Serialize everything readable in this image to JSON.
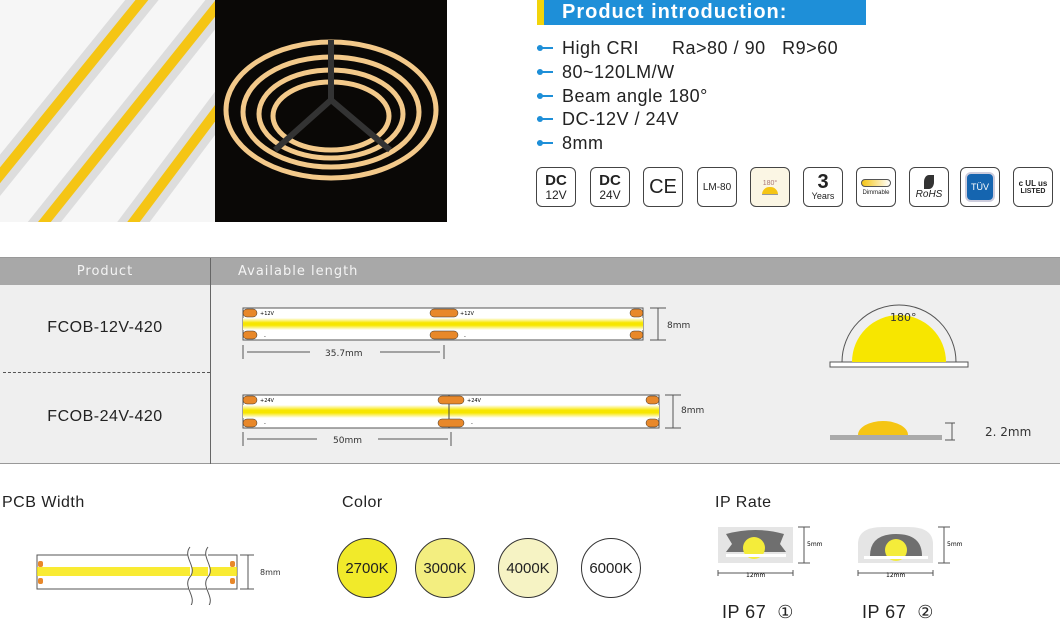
{
  "header": {
    "title": "Product introduction:"
  },
  "features": [
    "High CRI      Ra>80 / 90   R9>60",
    "80~120LM/W",
    "Beam angle 180°",
    "DC-12V / 24V",
    "8mm"
  ],
  "cert_icons": [
    {
      "name": "dc-12v-icon",
      "line1": "DC",
      "line2": "12V"
    },
    {
      "name": "dc-24v-icon",
      "line1": "DC",
      "line2": "24V"
    },
    {
      "name": "ce-icon",
      "line1": "CE"
    },
    {
      "name": "lm80-icon",
      "line1": "LM-80"
    },
    {
      "name": "beam-180-icon",
      "line1": "180°"
    },
    {
      "name": "warranty-icon",
      "line1": "3",
      "line2": "Years"
    },
    {
      "name": "dimmable-icon",
      "line1": "Dimmable"
    },
    {
      "name": "rohs-icon",
      "line1": "RoHS"
    },
    {
      "name": "tuv-icon",
      "line1": "TÜV"
    },
    {
      "name": "ul-listed-icon",
      "line1": "c UL us",
      "line2": "LISTED"
    }
  ],
  "table": {
    "col_product": "Product",
    "col_length": "Available length",
    "rows": [
      {
        "product": "FCOB-12V-420",
        "label": "+12V",
        "minus": "-",
        "length": "35.7mm",
        "width": "8mm"
      },
      {
        "product": "FCOB-24V-420",
        "label": "+24V",
        "minus": "-",
        "length": "50mm",
        "width": "8mm"
      }
    ],
    "beam": "180°",
    "height": "2. 2mm"
  },
  "pcb": {
    "title": "PCB Width",
    "width": "8mm"
  },
  "color": {
    "title": "Color",
    "options": [
      {
        "label": "2700K",
        "fill": "#f1ea2a"
      },
      {
        "label": "3000K",
        "fill": "#f3ee80"
      },
      {
        "label": "4000K",
        "fill": "#f6f3c4"
      },
      {
        "label": "6000K",
        "fill": "#ffffff"
      }
    ]
  },
  "ip": {
    "title": "IP Rate",
    "height": "5mm",
    "width": "12mm",
    "items": [
      "IP 67  ①",
      "IP 67  ②"
    ]
  },
  "colors": {
    "accent": "#1e8fd8",
    "stripe": "#f2d40a",
    "led": "#f7e600",
    "pad": "#e8882a"
  }
}
